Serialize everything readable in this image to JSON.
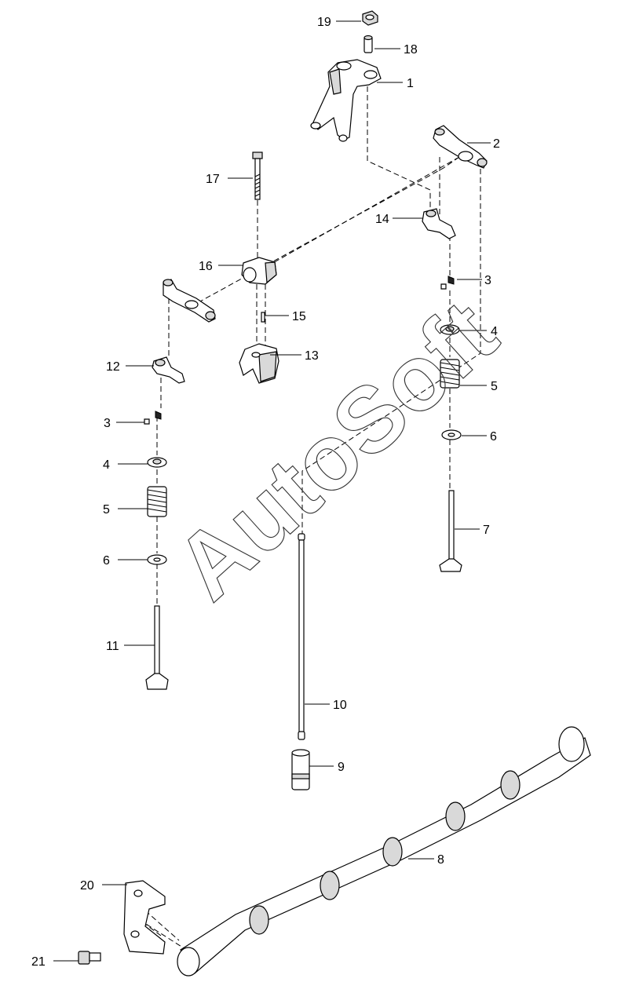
{
  "watermark": "AutoSoft",
  "callouts": [
    {
      "id": "c19",
      "number": "19"
    },
    {
      "id": "c18",
      "number": "18"
    },
    {
      "id": "c1",
      "number": "1"
    },
    {
      "id": "c2",
      "number": "2"
    },
    {
      "id": "c17",
      "number": "17"
    },
    {
      "id": "c14",
      "number": "14"
    },
    {
      "id": "c16",
      "number": "16"
    },
    {
      "id": "c3r",
      "number": "3"
    },
    {
      "id": "c15",
      "number": "15"
    },
    {
      "id": "c4r",
      "number": "4"
    },
    {
      "id": "c13",
      "number": "13"
    },
    {
      "id": "c12",
      "number": "12"
    },
    {
      "id": "c5r",
      "number": "5"
    },
    {
      "id": "c3l",
      "number": "3"
    },
    {
      "id": "c6r",
      "number": "6"
    },
    {
      "id": "c4l",
      "number": "4"
    },
    {
      "id": "c5l",
      "number": "5"
    },
    {
      "id": "c7",
      "number": "7"
    },
    {
      "id": "c6l",
      "number": "6"
    },
    {
      "id": "c11",
      "number": "11"
    },
    {
      "id": "c10",
      "number": "10"
    },
    {
      "id": "c9",
      "number": "9"
    },
    {
      "id": "c8",
      "number": "8"
    },
    {
      "id": "c20",
      "number": "20"
    },
    {
      "id": "c21",
      "number": "21"
    }
  ]
}
